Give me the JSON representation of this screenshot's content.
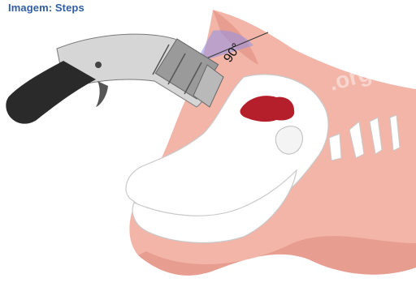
{
  "caption": "Imagem: Steps",
  "angle_label": "90°",
  "watermark": ".org",
  "colors": {
    "caption": "#2f5ea3",
    "skin": "#f2b5a8",
    "skin_shadow": "#e79e91",
    "skull": "#ffffff",
    "brain": "#b51f2b",
    "angle_arc": "#8f8fe6",
    "gun_barrel": "#9a9a9a",
    "gun_grip": "#2a2a2a"
  }
}
